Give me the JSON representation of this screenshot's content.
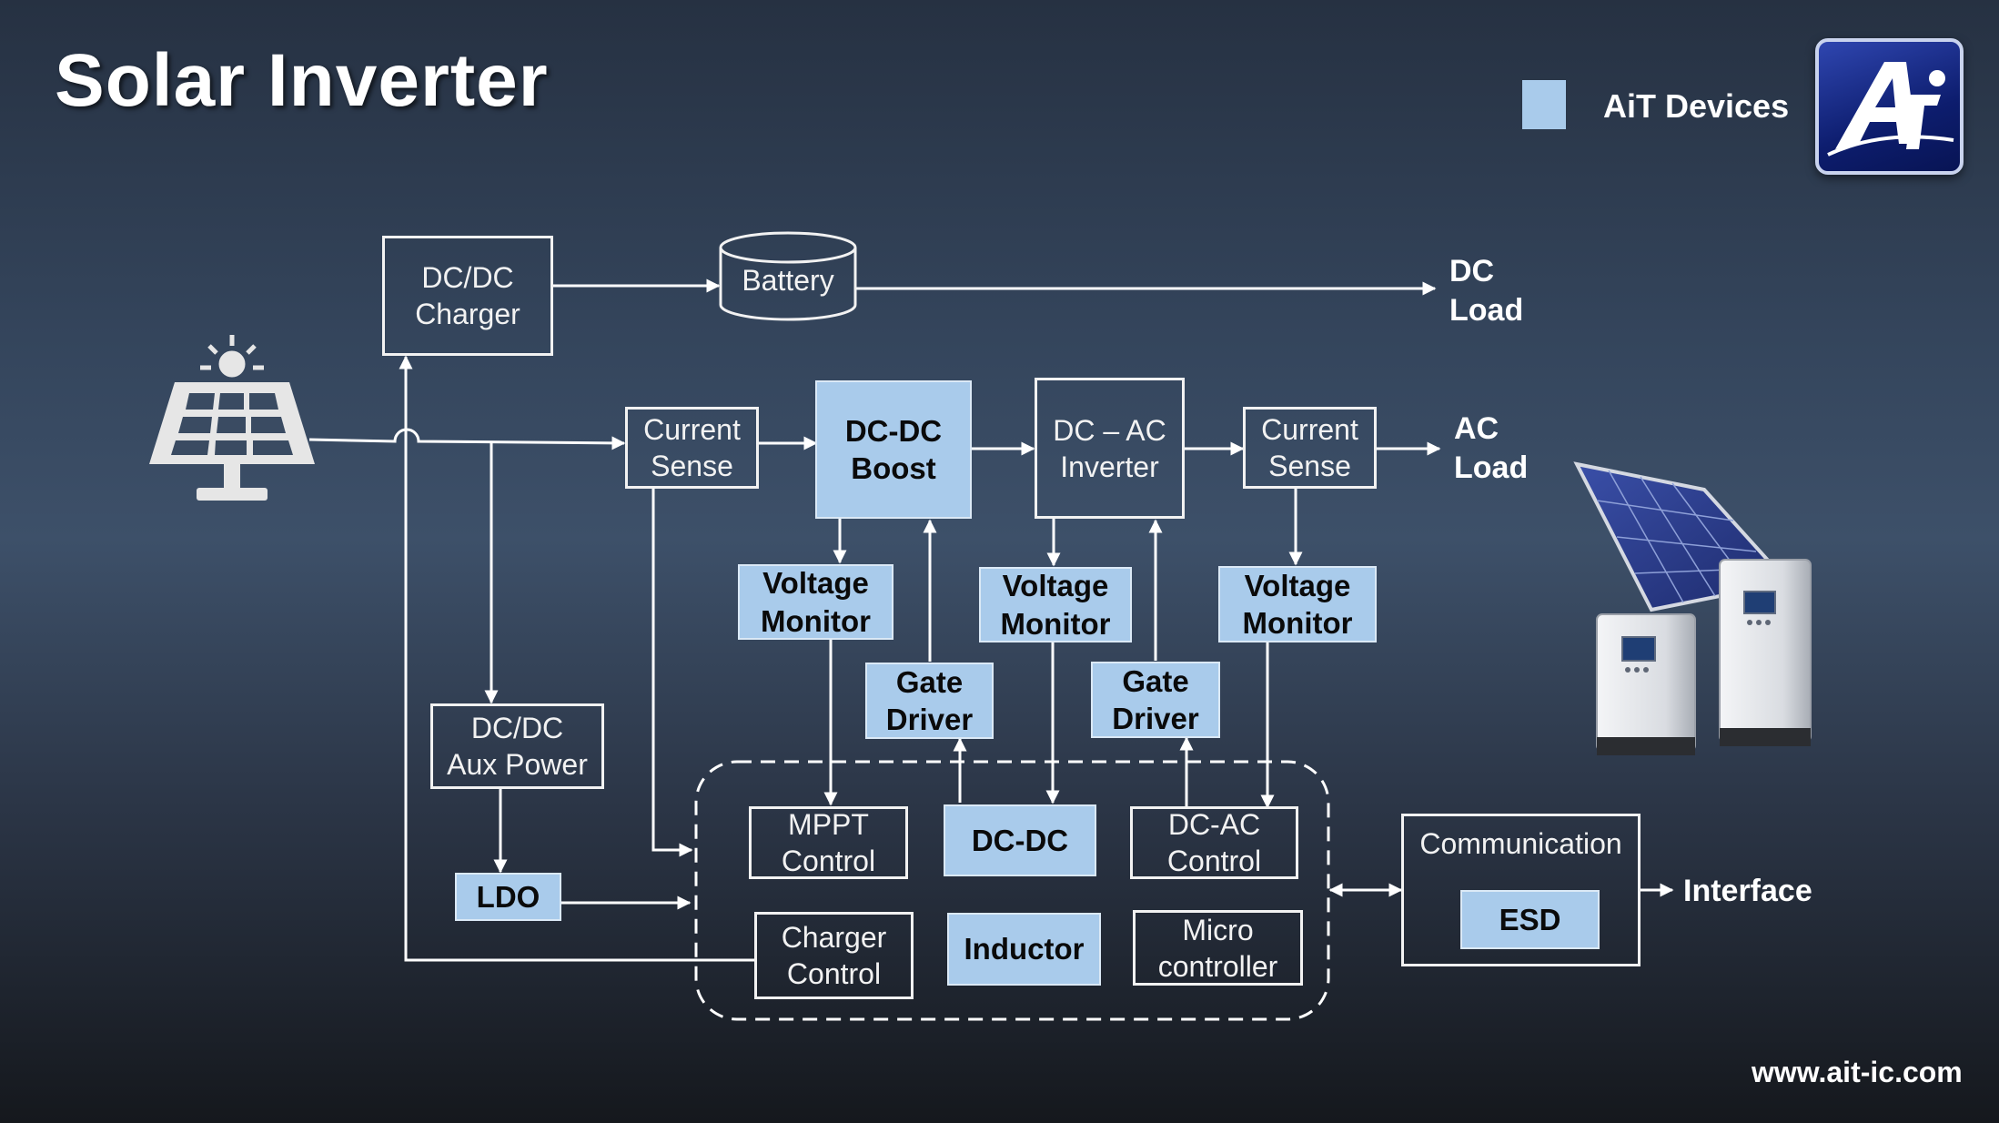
{
  "title": "Solar Inverter",
  "legend": {
    "label": "AiT Devices",
    "color": "#a9cbeb"
  },
  "footer": {
    "url": "www.ait-ic.com"
  },
  "blocks": {
    "dcdc_charger": [
      "DC/DC",
      "Charger"
    ],
    "battery": "Battery",
    "dc_load": [
      "DC",
      "Load"
    ],
    "current_sense_1": [
      "Current",
      "Sense"
    ],
    "dcdc_boost": [
      "DC-DC",
      "Boost"
    ],
    "dcac_inverter": [
      "DC – AC",
      "Inverter"
    ],
    "current_sense_2": [
      "Current",
      "Sense"
    ],
    "ac_load": [
      "AC",
      "Load"
    ],
    "voltage_monitor_1": [
      "Voltage",
      "Monitor"
    ],
    "voltage_monitor_2": [
      "Voltage",
      "Monitor"
    ],
    "voltage_monitor_3": [
      "Voltage",
      "Monitor"
    ],
    "gate_driver_1": [
      "Gate",
      "Driver"
    ],
    "gate_driver_2": [
      "Gate",
      "Driver"
    ],
    "dcdc_aux_power": [
      "DC/DC",
      "Aux Power"
    ],
    "ldo": "LDO",
    "mppt_control": [
      "MPPT",
      "Control"
    ],
    "dcdc": "DC-DC",
    "dcac_control": [
      "DC-AC",
      "Control"
    ],
    "charger_control": [
      "Charger",
      "Control"
    ],
    "inductor": "Inductor",
    "microcontroller": [
      "Micro",
      "controller"
    ],
    "communication": "Communication",
    "esd": "ESD",
    "interface": "Interface"
  }
}
